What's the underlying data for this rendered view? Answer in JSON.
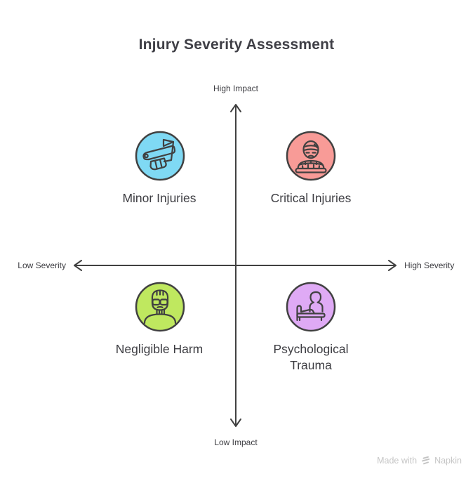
{
  "title": "Injury Severity Assessment",
  "axes": {
    "top": "High Impact",
    "bottom": "Low Impact",
    "left": "Low Severity",
    "right": "High Severity"
  },
  "quadrants": {
    "top_left": {
      "label": "Minor Injuries",
      "icon": "bandaged-arm-icon",
      "color": "#7FD9F4"
    },
    "top_right": {
      "label": "Critical Injuries",
      "icon": "bandaged-patient-icon",
      "color": "#F89B97"
    },
    "bottom_left": {
      "label": "Negligible Harm",
      "icon": "helmet-worker-icon",
      "color": "#BFE85F"
    },
    "bottom_right": {
      "label": "Psychological Trauma",
      "icon": "person-in-bed-icon",
      "color": "#DFAAF5"
    }
  },
  "watermark": {
    "prefix": "Made with",
    "brand": "Napkin"
  },
  "colors": {
    "axis": "#414141",
    "icon_stroke": "#414141",
    "title_text": "#3f3f46",
    "label_text": "#3d3d42",
    "watermark_text": "#c6c6c6"
  }
}
